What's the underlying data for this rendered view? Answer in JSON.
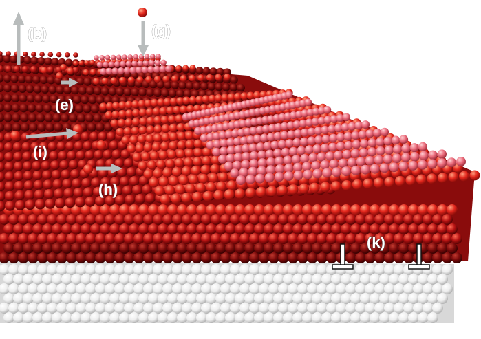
{
  "labels": {
    "b": "(b)",
    "g": "(g)",
    "e": "(e)",
    "i": "(i)",
    "h": "(h)",
    "k": "(k)"
  },
  "colors": {
    "substrate": "#f2f2f2",
    "layer_deep": "#7a0a0a",
    "layer_mid": "#b01010",
    "layer_top": "#e0261c",
    "island_pink": "#e86a78",
    "arrow_gray": "#b8bcbc"
  },
  "icons": {
    "dislocation_symbol": "perpendicular-t"
  }
}
